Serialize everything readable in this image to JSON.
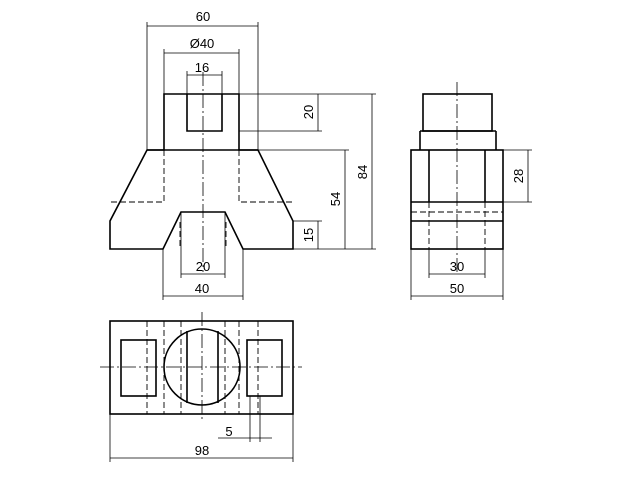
{
  "dimensions": {
    "top_width": "60",
    "diameter": "Ø40",
    "slot_width_top": "16",
    "top_height": "20",
    "total_height": "84",
    "mid_height": "54",
    "base_height": "15",
    "bottom_slot_width": "20",
    "bottom_width": "40",
    "side_height": "28",
    "side_inner_width": "30",
    "side_width": "50",
    "plan_offset": "5",
    "plan_length": "98"
  }
}
